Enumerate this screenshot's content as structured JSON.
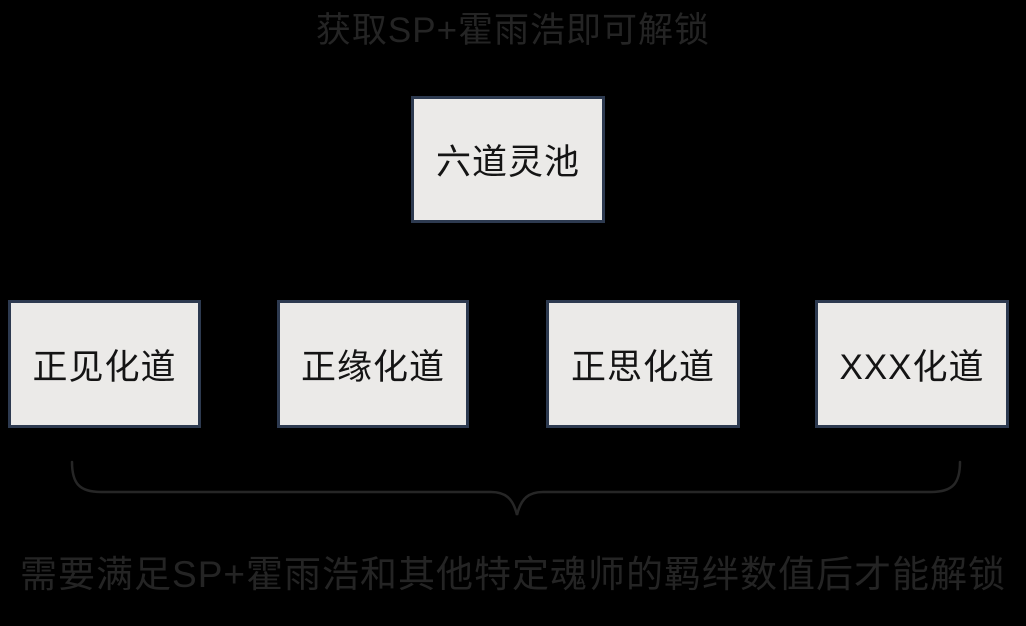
{
  "diagram": {
    "top_caption": "获取SP+霍雨浩即可解锁",
    "root_node": {
      "label": "六道灵池"
    },
    "child_nodes": [
      {
        "label": "正见化道"
      },
      {
        "label": "正缘化道"
      },
      {
        "label": "正思化道"
      },
      {
        "label": "XXX化道"
      }
    ],
    "bottom_caption": "需要满足SP+霍雨浩和其他特定魂师的羁绊数值后才能解锁"
  },
  "colors": {
    "background": "#000000",
    "node_fill": "#ebeae8",
    "node_border": "#2d3a50",
    "node_text": "#141414",
    "dim_caption_text": "#242424",
    "brace_stroke": "#262626"
  }
}
